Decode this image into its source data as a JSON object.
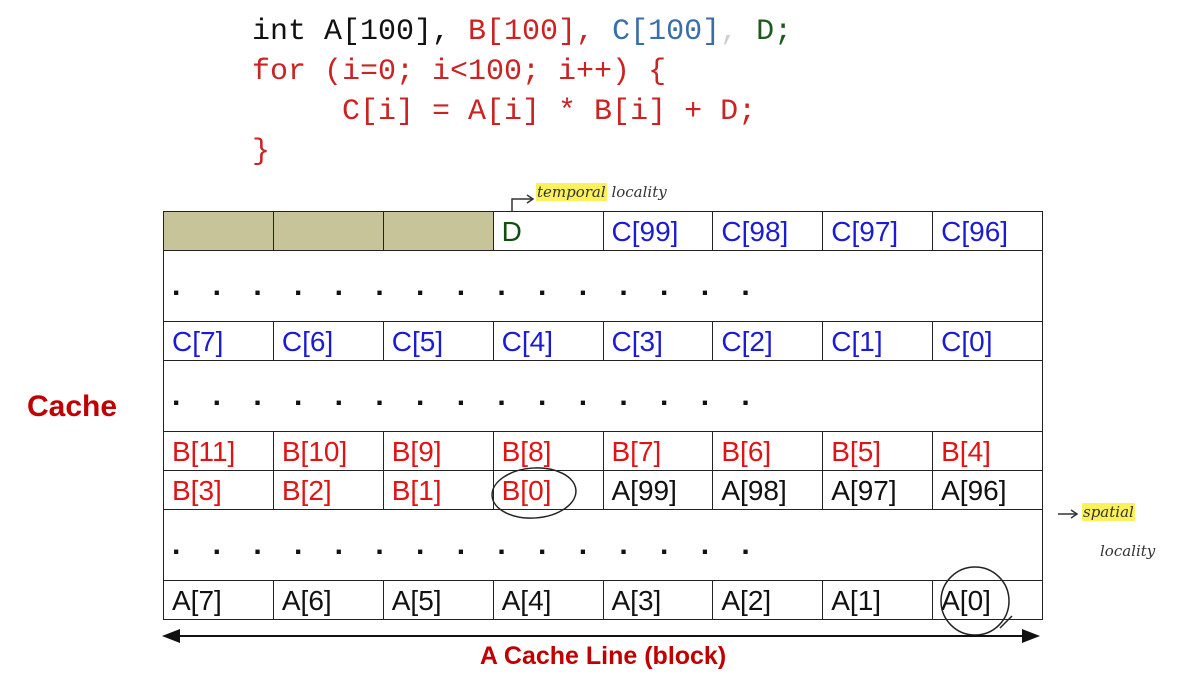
{
  "code": {
    "line1": {
      "prefix": "int A[100], ",
      "b": "B[100], ",
      "c": "C[100]",
      "comma": ", ",
      "d": "D;"
    },
    "line2": "for (i=0; i<100; i++) {",
    "line3": "C[i] = A[i] * B[i] + D;",
    "line4": "}"
  },
  "cache": {
    "label": "Cache",
    "dots": ". . . . . . . . . . . . . . .",
    "row_top": [
      "",
      "",
      "",
      "D",
      "C[99]",
      "C[98]",
      "C[97]",
      "C[96]"
    ],
    "row_c_low": [
      "C[7]",
      "C[6]",
      "C[5]",
      "C[4]",
      "C[3]",
      "C[2]",
      "C[1]",
      "C[0]"
    ],
    "row_b_high": [
      "B[11]",
      "B[10]",
      "B[9]",
      "B[8]",
      "B[7]",
      "B[6]",
      "B[5]",
      "B[4]"
    ],
    "row_b_low_a_high": [
      "B[3]",
      "B[2]",
      "B[1]",
      "B[0]",
      "A[99]",
      "A[98]",
      "A[97]",
      "A[96]"
    ],
    "row_a_low": [
      "A[7]",
      "A[6]",
      "A[5]",
      "A[4]",
      "A[3]",
      "A[2]",
      "A[1]",
      "A[0]"
    ]
  },
  "caption": "A Cache Line (block)",
  "annotations": {
    "temporal_1": "temporal",
    "temporal_2": "locality",
    "spatial_1": "spatial",
    "spatial_2": "locality"
  },
  "colors": {
    "c_elements": "#1b1bd6",
    "b_elements": "#e01414",
    "a_elements": "#111111",
    "d_element": "#0f4f0f",
    "unused_block": "#c7c49a",
    "label": "#c00000"
  }
}
